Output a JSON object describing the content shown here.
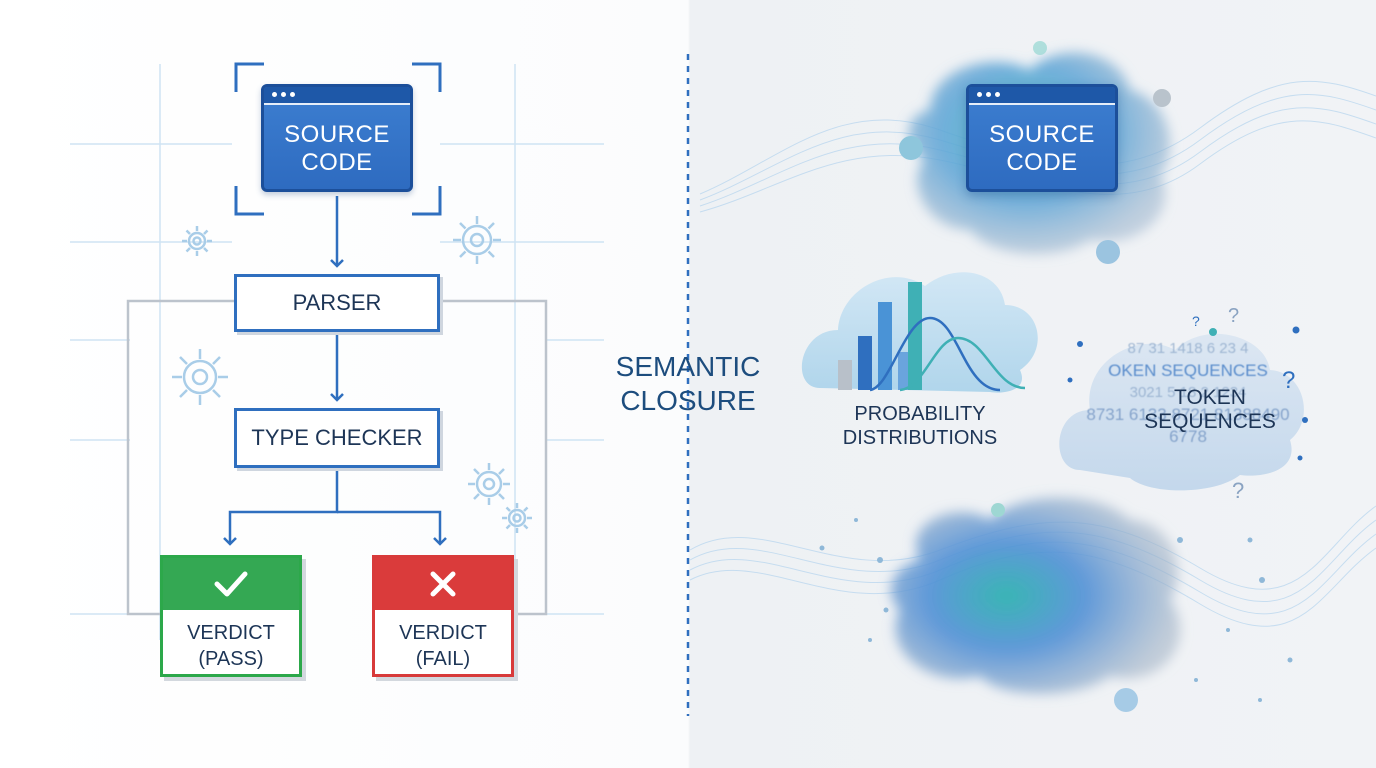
{
  "left": {
    "source": "SOURCE\nCODE",
    "parser": "PARSER",
    "type_checker": "TYPE CHECKER",
    "verdict_pass": "VERDICT\n(PASS)",
    "verdict_fail": "VERDICT\n(FAIL)"
  },
  "center": {
    "label": "SEMANTIC\nCLOSURE"
  },
  "right": {
    "source": "SOURCE\nCODE",
    "probability": "PROBABILITY\nDISTRIBUTIONS",
    "token": "TOKEN\nSEQUENCES",
    "token_bg_lines": [
      "87 31 1418 6 23 4",
      "OKEN SEQUENCES",
      "3021 5 18 2 1234",
      "8731 6133 8721 81388490",
      "6778"
    ]
  },
  "colors": {
    "primary_blue": "#2f6fbf",
    "pass_green": "#34a853",
    "fail_red": "#da3b3b",
    "text_dark": "#1d3556",
    "divider": "#2f6fbf"
  }
}
